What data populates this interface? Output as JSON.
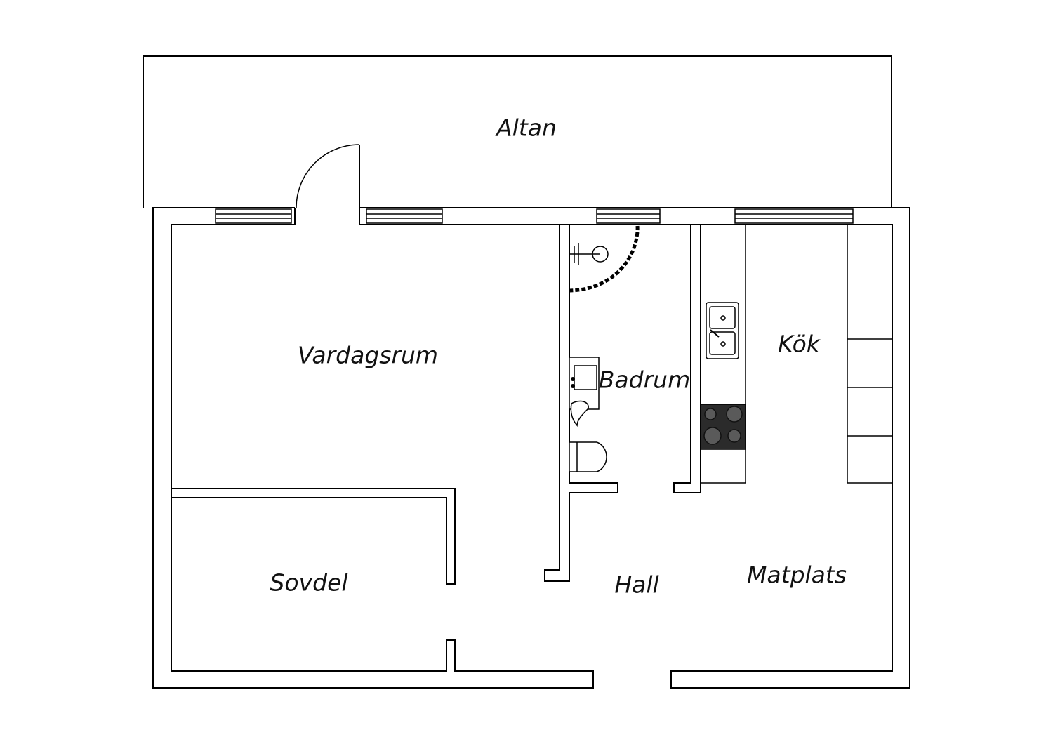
{
  "floorplan": {
    "rooms": {
      "altan": "Altan",
      "vardagsrum": "Vardagsrum",
      "badrum": "Badrum",
      "kok": "Kök",
      "sovdel": "Sovdel",
      "hall": "Hall",
      "matplats": "Matplats"
    }
  }
}
